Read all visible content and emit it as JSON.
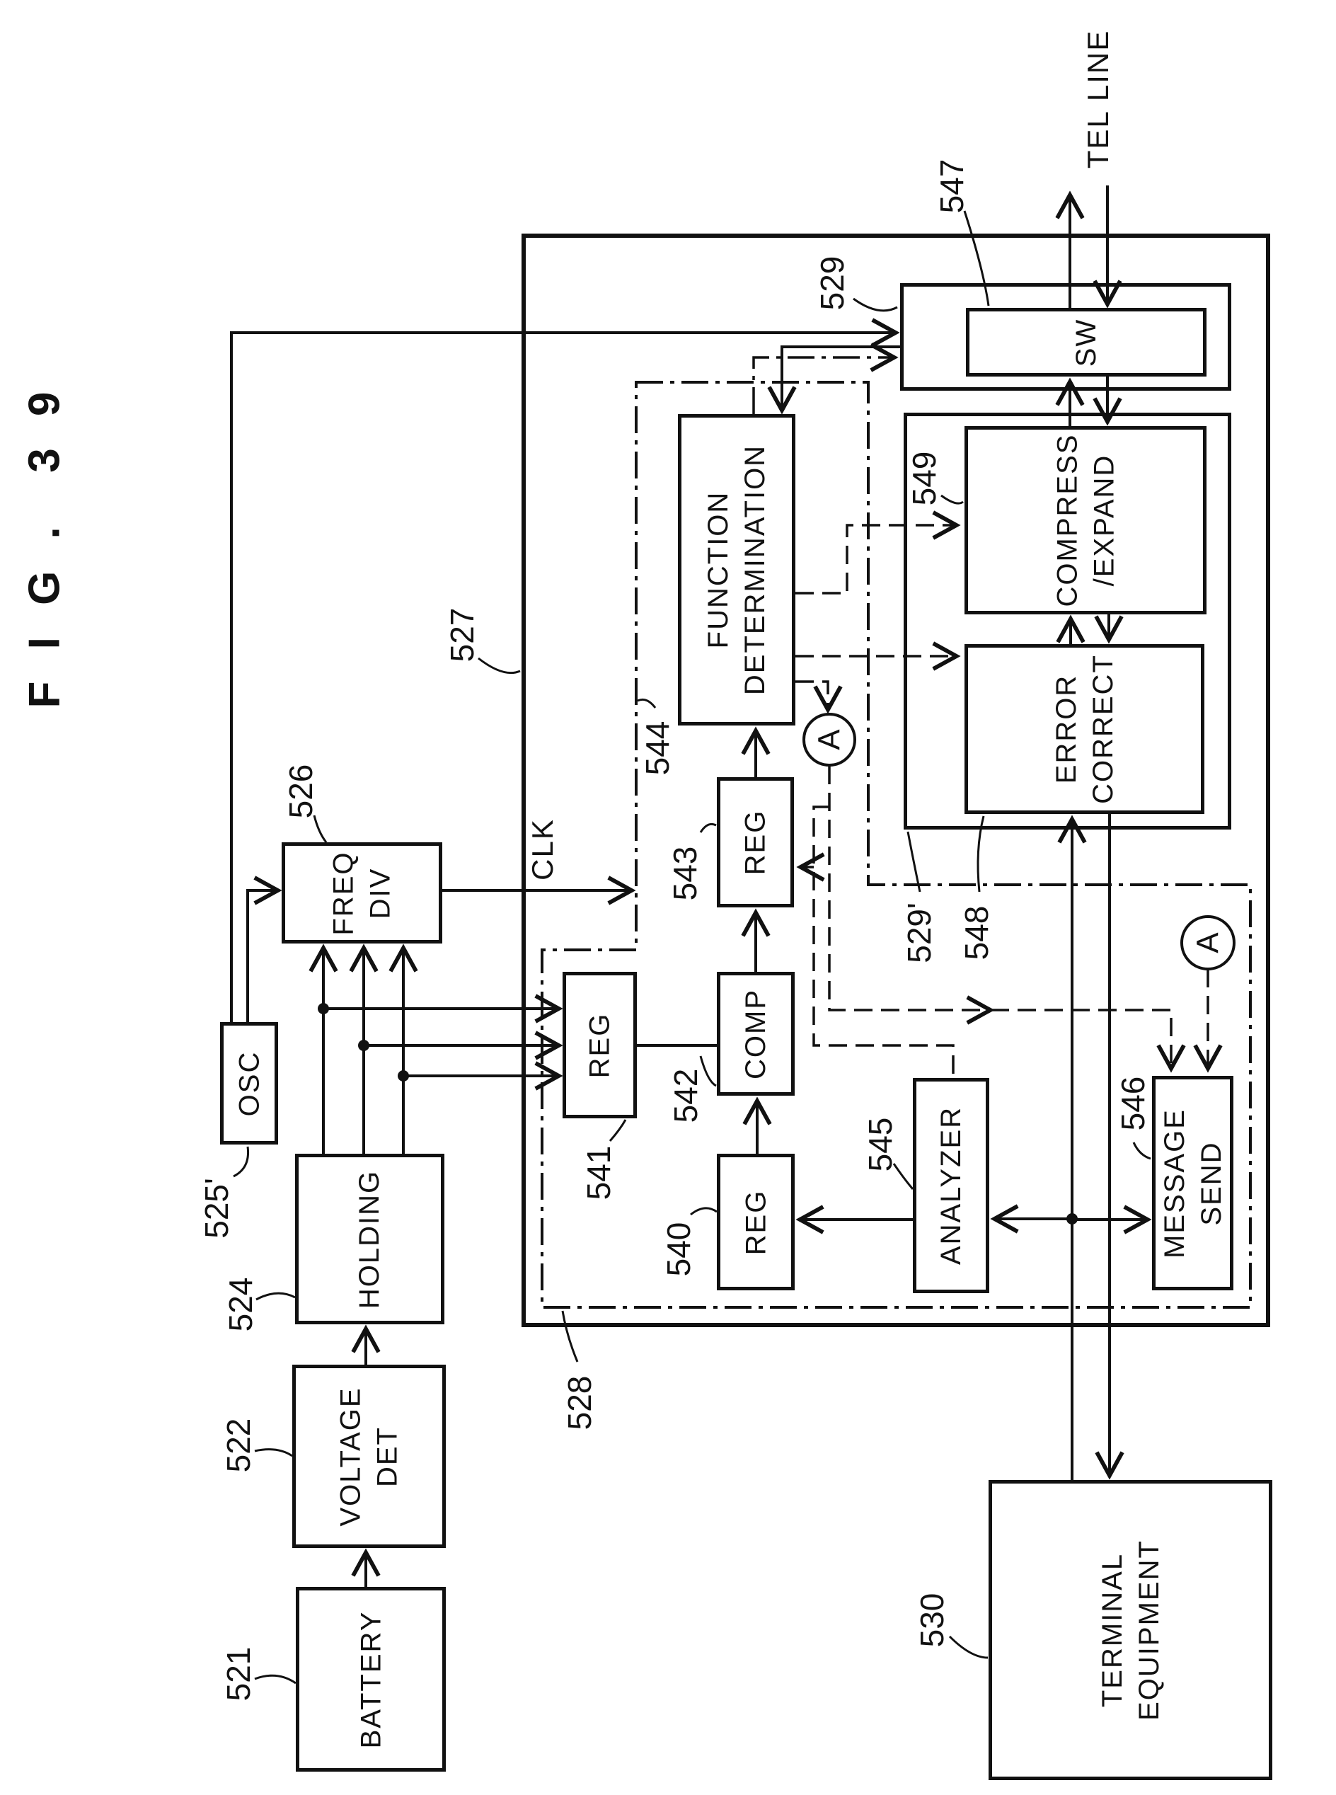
{
  "title": "F I G .  3 9",
  "connector_label": "A",
  "signals": {
    "clk": "CLK",
    "tel_line": "TEL LINE"
  },
  "blocks": {
    "battery": {
      "label": "BATTERY",
      "ref": "521"
    },
    "voltage_det": {
      "label": "VOLTAGE\nDET",
      "ref": "522"
    },
    "holding": {
      "label": "HOLDING",
      "ref": "524"
    },
    "osc": {
      "label": "OSC",
      "ref": "525'"
    },
    "freq_div": {
      "label": "FREQ\nDIV",
      "ref": "526"
    },
    "controller": {
      "ref": "527"
    },
    "chip": {
      "ref": "528"
    },
    "sw_outer": {
      "ref": "529"
    },
    "sw": {
      "label": "SW",
      "ref": "547"
    },
    "codec_outer": {
      "ref": "529'"
    },
    "compress": {
      "label": "COMPRESS\n/EXPAND",
      "ref": "549"
    },
    "error_correct": {
      "label": "ERROR\nCORRECT",
      "ref": "548"
    },
    "reg540": {
      "label": "REG",
      "ref": "540"
    },
    "reg541": {
      "label": "REG",
      "ref": "541"
    },
    "comp": {
      "label": "COMP",
      "ref": "542"
    },
    "reg543": {
      "label": "REG",
      "ref": "543"
    },
    "function_det": {
      "label": "FUNCTION\nDETERMINATION",
      "ref": "544"
    },
    "analyzer": {
      "label": "ANALYZER",
      "ref": "545"
    },
    "msg_send": {
      "label": "MESSAGE\nSEND",
      "ref": "546"
    },
    "terminal": {
      "label": "TERMINAL\nEQUIPMENT",
      "ref": "530"
    }
  }
}
